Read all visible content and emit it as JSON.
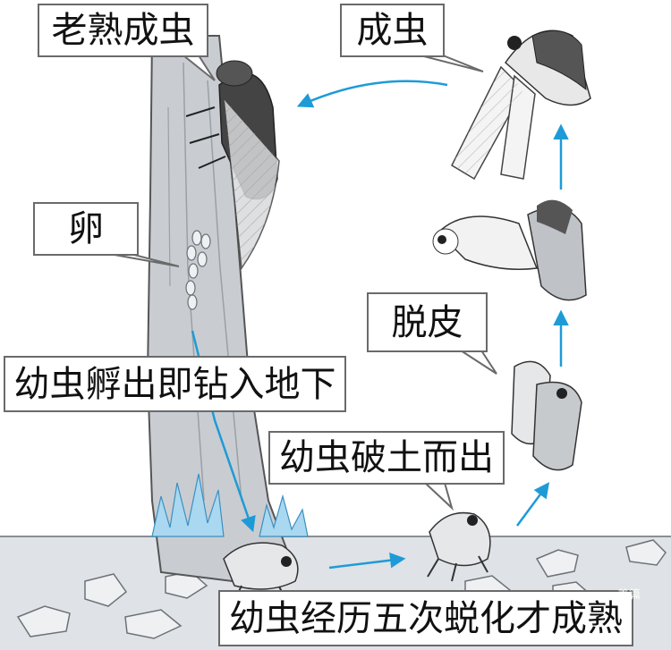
{
  "labels": {
    "old_adult": "老熟成虫",
    "adult": "成虫",
    "egg": "卵",
    "hatch": "幼虫孵出即钻入地下",
    "molt": "脱皮",
    "emerge": "幼虫破土而出",
    "five_molts": "幼虫经历五次蜕化才成熟"
  },
  "watermark": "美篇",
  "colors": {
    "arrow": "#1e9bd7",
    "tree": "#c9cdd2",
    "ground": "#dfe2e6",
    "grass": "#a9d8f0",
    "outline": "#555555"
  }
}
